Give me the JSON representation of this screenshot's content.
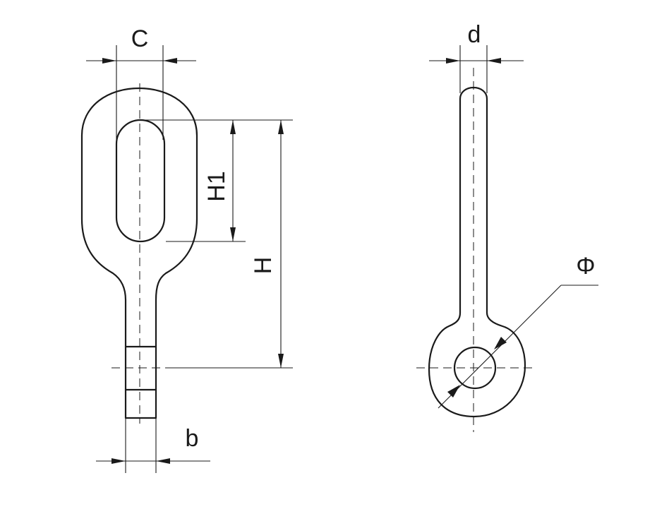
{
  "labels": {
    "C": "C",
    "d": "d",
    "H1": "H1",
    "H": "H",
    "b": "b",
    "phi": "Φ"
  }
}
